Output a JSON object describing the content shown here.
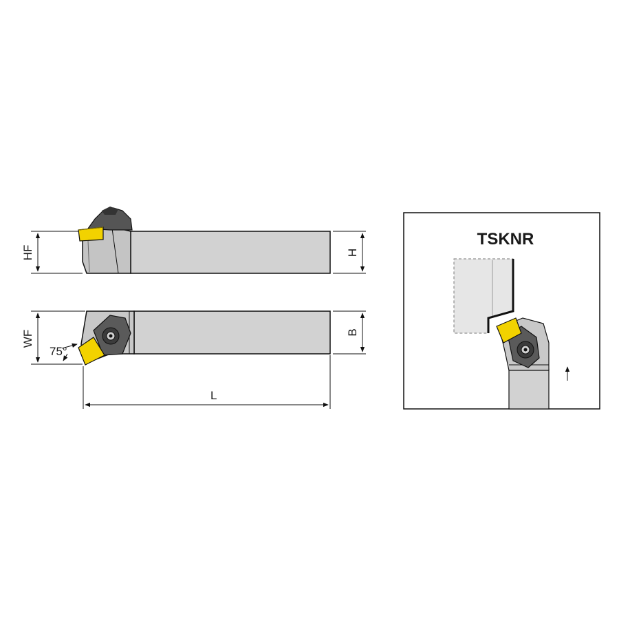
{
  "dimensions": {
    "hf": "HF",
    "h": "H",
    "wf": "WF",
    "b": "B",
    "l": "L",
    "angle": "75°"
  },
  "inset": {
    "title": "TSKNR"
  },
  "colors": {
    "insert": "#f2d200",
    "holder_body": "#d2d2d2",
    "clamp": "#555555",
    "outline": "#111111",
    "workpiece": "#e6e6e6"
  }
}
